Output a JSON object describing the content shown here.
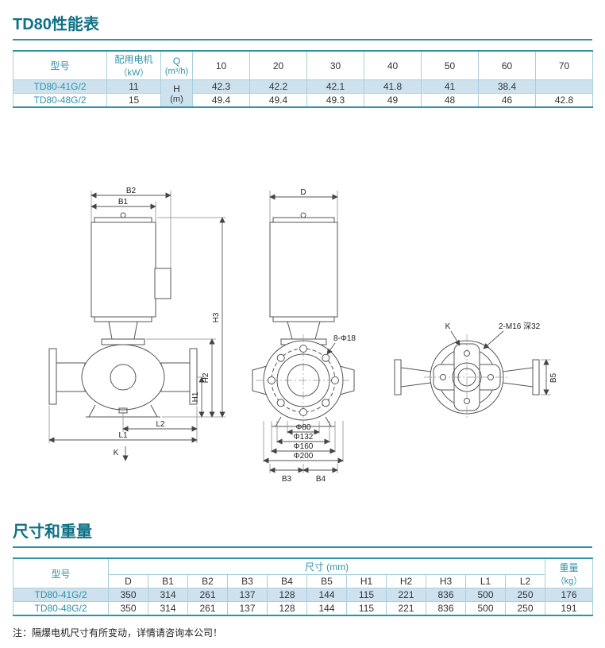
{
  "page": {
    "performance_title": "TD80性能表",
    "dimensions_title": "尺寸和重量",
    "note": "注：隔爆电机尺寸有所变动，详情请咨询本公司！"
  },
  "colors": {
    "accent": "#2f93a8",
    "title": "#0f7185",
    "row_highlight": "#cde2ee"
  },
  "performance_table": {
    "headers": {
      "model": "型号",
      "motor_line1": "配用电机",
      "motor_line2": "（kW）",
      "q_line1": "Q",
      "q_line2": "(m³/h)",
      "h_line1": "H",
      "h_line2": "(m)",
      "flows": [
        "10",
        "20",
        "30",
        "40",
        "50",
        "60",
        "70"
      ]
    },
    "rows": [
      {
        "model": "TD80-41G/2",
        "motor": "11",
        "heads": [
          "42.3",
          "42.2",
          "42.1",
          "41.8",
          "41",
          "38.4",
          ""
        ]
      },
      {
        "model": "TD80-48G/2",
        "motor": "15",
        "heads": [
          "49.4",
          "49.4",
          "49.3",
          "49",
          "48",
          "46",
          "42.8"
        ]
      }
    ]
  },
  "dimensions_table": {
    "headers": {
      "model": "型号",
      "group": "尺寸 (mm)",
      "cols": [
        "D",
        "B1",
        "B2",
        "B3",
        "B4",
        "B5",
        "H1",
        "H2",
        "H3",
        "L1",
        "L2"
      ],
      "weight_line1": "重量",
      "weight_line2": "（kg）"
    },
    "rows": [
      {
        "model": "TD80-41G/2",
        "values": [
          "350",
          "314",
          "261",
          "137",
          "128",
          "144",
          "115",
          "221",
          "836",
          "500",
          "250"
        ],
        "weight": "176"
      },
      {
        "model": "TD80-48G/2",
        "values": [
          "350",
          "314",
          "261",
          "137",
          "128",
          "144",
          "115",
          "221",
          "836",
          "500",
          "250"
        ],
        "weight": "191"
      }
    ]
  },
  "drawings": {
    "side_view": {
      "b2": "B2",
      "b1": "B1",
      "h3": "H3",
      "h2": "H2",
      "h1": "H1",
      "l2": "L2",
      "l1": "L1",
      "k": "K"
    },
    "front_view": {
      "d": "D",
      "bolt_holes": "8-Φ18",
      "d80": "Φ80",
      "d132": "Φ132",
      "d160": "Φ160",
      "d200": "Φ200",
      "b3": "B3",
      "b4": "B4"
    },
    "top_view": {
      "k": "K",
      "tapped": "2-M16 深32",
      "b5": "B5"
    }
  }
}
